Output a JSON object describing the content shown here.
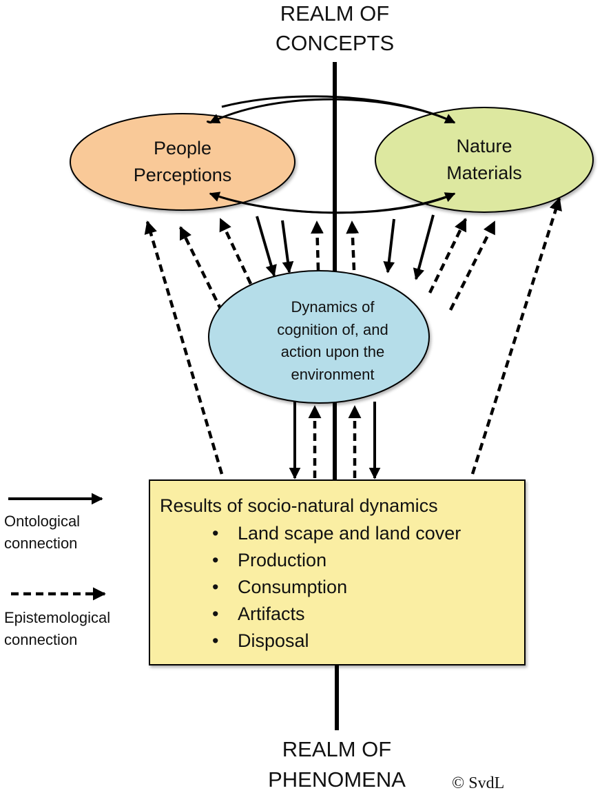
{
  "realm_top": {
    "line1": "REALM OF",
    "line2": "CONCEPTS"
  },
  "realm_bottom": {
    "line1": "REALM OF",
    "line2": "PHENOMENA"
  },
  "copyright": "© SvdL",
  "nodes": {
    "people": {
      "lines": [
        "People",
        "Perceptions"
      ],
      "color": "#f9c998"
    },
    "nature": {
      "lines": [
        "Nature",
        "Materials"
      ],
      "color": "#dde8a0"
    },
    "dynamics": {
      "lines": [
        "Dynamics of",
        "cognition of, and",
        "action upon the",
        "environment"
      ],
      "color": "#b5dde9"
    }
  },
  "results_box": {
    "title": "Results of socio-natural dynamics",
    "bullet": "•",
    "items": [
      "Land scape and land cover",
      "Production",
      "Consumption",
      "Artifacts",
      "Disposal"
    ],
    "color": "#faeea3"
  },
  "legend": {
    "ontological": {
      "line1": "Ontological",
      "line2": "connection",
      "style": "solid"
    },
    "epistemological": {
      "line1": "Epistemological",
      "line2": "connection",
      "style": "dashed"
    }
  },
  "connections": [
    {
      "from": "results",
      "to": "people",
      "type": "epistemological"
    },
    {
      "from": "dynamics",
      "to": "people",
      "type": "epistemological"
    },
    {
      "from": "dynamics",
      "to": "people",
      "type": "epistemological"
    },
    {
      "from": "people",
      "to": "dynamics",
      "type": "ontological"
    },
    {
      "from": "people",
      "to": "dynamics",
      "type": "ontological"
    },
    {
      "from": "dynamics",
      "to": "people",
      "type": "epistemological"
    },
    {
      "from": "dynamics",
      "to": "nature",
      "type": "epistemological"
    },
    {
      "from": "nature",
      "to": "dynamics",
      "type": "ontological"
    },
    {
      "from": "nature",
      "to": "dynamics",
      "type": "ontological"
    },
    {
      "from": "dynamics",
      "to": "nature",
      "type": "epistemological"
    },
    {
      "from": "dynamics",
      "to": "nature",
      "type": "epistemological"
    },
    {
      "from": "results",
      "to": "nature",
      "type": "epistemological"
    },
    {
      "from": "dynamics",
      "to": "results",
      "type": "ontological"
    },
    {
      "from": "results",
      "to": "dynamics",
      "type": "epistemological"
    },
    {
      "from": "results",
      "to": "dynamics",
      "type": "epistemological"
    },
    {
      "from": "dynamics",
      "to": "results",
      "type": "ontological"
    },
    {
      "from": "nature",
      "to": "people",
      "type": "ontological"
    },
    {
      "from": "people",
      "to": "nature",
      "type": "ontological"
    }
  ]
}
